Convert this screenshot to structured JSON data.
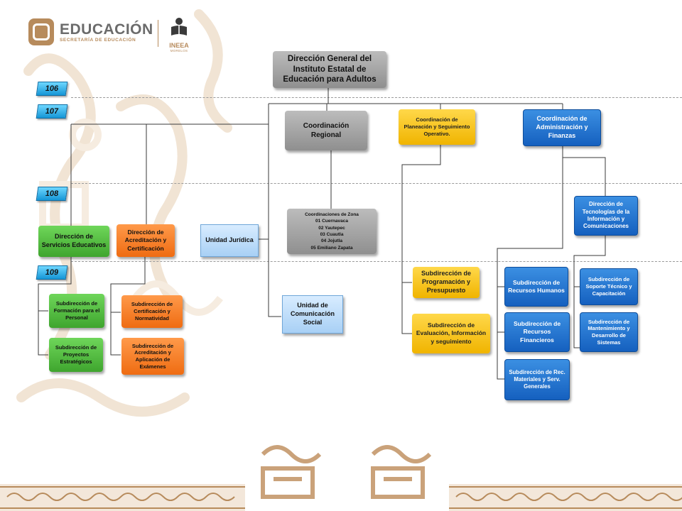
{
  "header": {
    "brand_title": "EDUCACIÓN",
    "brand_subtitle": "SECRETARÍA DE EDUCACIÓN",
    "ineea_title": "INEEA",
    "ineea_subtitle": "MORELOS"
  },
  "levels": [
    {
      "label": "106"
    },
    {
      "label": "107"
    },
    {
      "label": "108"
    },
    {
      "label": "109"
    }
  ],
  "nodes": {
    "director_general": "Dirección General del Instituto Estatal de Educación para Adultos",
    "coord_regional": "Coordinación Regional",
    "coord_planeacion": "Coordinación de Planeación y Seguimiento  Operativo.",
    "coord_administracion": "Coordinación de Administración y  Finanzas",
    "coord_zona": {
      "title": "Coordinaciones de Zona",
      "items": [
        "01 Cuernavaca",
        "02 Yautepec",
        "03 Cuautla",
        "04 Jojutla",
        "05 Emiliano Zapata"
      ]
    },
    "dir_tecnologias": "Dirección  de Tecnologías  de la Información  y Comunicaciones",
    "dir_servicios": "Dirección de Servicios Educativos",
    "dir_acreditacion": "Dirección de Acreditación y Certificación",
    "unidad_juridica": "Unidad Jurídica",
    "sub_formacion": "Subdirección de Formación para el Personal",
    "sub_proyectos": "Subdirección de Proyectos Estratégicos",
    "sub_certificacion": "Subdirección de Certificación y Normatividad",
    "sub_acreditacion": "Subdirección de Acreditación y Aplicación de Exámenes",
    "unidad_comunicacion": "Unidad de Comunicación Social",
    "sub_programacion": "Subdirección de Programación y Presupuesto",
    "sub_evaluacion": "Subdirección de Evaluación, Información y seguimiento",
    "sub_rh": "Subdirección de Recursos Humanos",
    "sub_rf": "Subdirección de Recursos Financieros",
    "sub_rm": "Subdirección  de Rec. Materiales y Serv. Generales",
    "sub_soporte": "Subdirección de Soporte Técnico y Capacitación",
    "sub_mantenimiento": "Subdirección de Mantenimiento y Desarrollo de Sistemas"
  },
  "colors": {
    "gray": "#a6a6a6",
    "yellow": "#ffc000",
    "blue": "#1f6fd0",
    "green": "#4cbb38",
    "orange": "#f47b20",
    "light_blue": "#bddcf7",
    "accent_brown": "#b78b5c"
  }
}
